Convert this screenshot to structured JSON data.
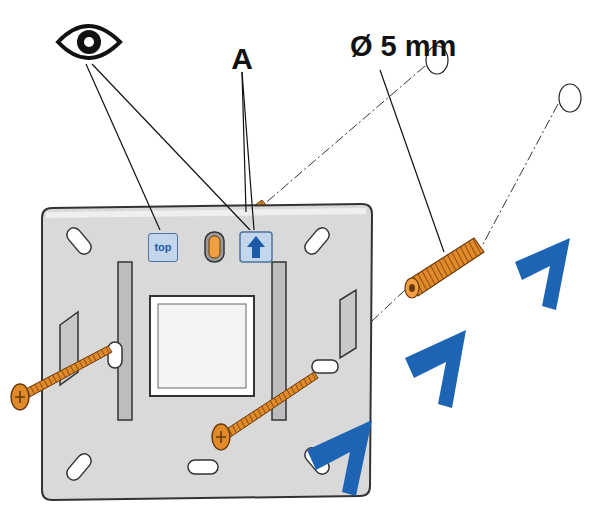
{
  "diagram": {
    "nodes": [
      {
        "text": [
          "top"
        ]
      }
    ],
    "labels": [
      "A",
      "Ø 5 mm"
    ]
  }
}
